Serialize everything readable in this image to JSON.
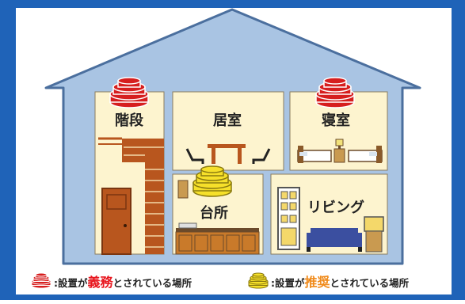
{
  "rooms": {
    "stairs": "階段",
    "living_room": "居室",
    "bedroom": "寝室",
    "kitchen": "台所",
    "living": "リビング"
  },
  "legend": {
    "mandatory_prefix": ":設置が",
    "mandatory_word": "義務",
    "mandatory_suffix": "とされている場所",
    "recommended_prefix": ":設置が",
    "recommended_word": "推奨",
    "recommended_suffix": "とされている場所"
  },
  "colors": {
    "frame_blue": "#1f63b8",
    "house_fill": "#a9c4e3",
    "house_outline": "#4b6f9e",
    "room_fill": "#fdf4cf",
    "detector_red": "#d61e1e",
    "detector_yellow": "#f6e02a",
    "mandatory_word_color": "#e8161e",
    "recommended_word_color": "#f08a1a"
  },
  "icons": [
    "smoke-detector-red-icon",
    "smoke-detector-yellow-icon"
  ]
}
